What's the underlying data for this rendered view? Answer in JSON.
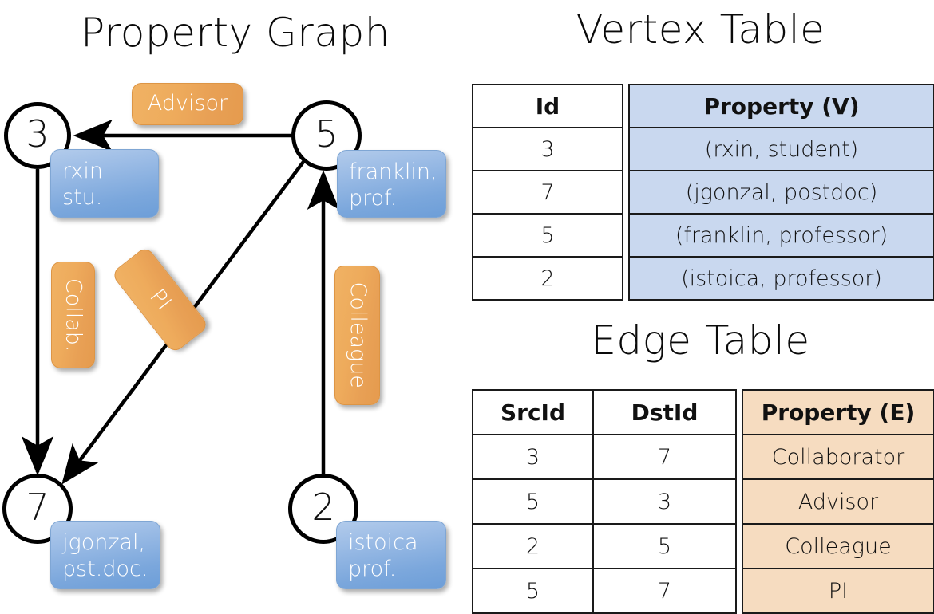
{
  "titles": {
    "graph": "Property Graph",
    "vertex": "Vertex Table",
    "edge": "Edge Table"
  },
  "graph": {
    "nodes": [
      {
        "id": "3",
        "name": "rxin",
        "role": "stu."
      },
      {
        "id": "5",
        "name": "franklin,",
        "role": "prof."
      },
      {
        "id": "7",
        "name": "jgonzal,",
        "role": "pst.doc."
      },
      {
        "id": "2",
        "name": "istoica",
        "role": "prof."
      }
    ],
    "edge_labels": [
      {
        "key": "advisor",
        "text": "Advisor"
      },
      {
        "key": "collab",
        "text": "Collab."
      },
      {
        "key": "pi",
        "text": "PI"
      },
      {
        "key": "colleague",
        "text": "Colleague"
      }
    ],
    "edges": [
      {
        "from": "5",
        "to": "3",
        "label": "Advisor"
      },
      {
        "from": "3",
        "to": "7",
        "label": "Collab."
      },
      {
        "from": "5",
        "to": "7",
        "label": "PI"
      },
      {
        "from": "2",
        "to": "5",
        "label": "Colleague"
      }
    ]
  },
  "vertex_table": {
    "headers": [
      "Id",
      "Property (V)"
    ],
    "rows": [
      {
        "id": "3",
        "property": "(rxin, student)"
      },
      {
        "id": "7",
        "property": "(jgonzal, postdoc)"
      },
      {
        "id": "5",
        "property": "(franklin, professor)"
      },
      {
        "id": "2",
        "property": "(istoica, professor)"
      }
    ]
  },
  "edge_table": {
    "headers": [
      "SrcId",
      "DstId",
      "Property (E)"
    ],
    "rows": [
      {
        "src": "3",
        "dst": "7",
        "property": "Collaborator"
      },
      {
        "src": "5",
        "dst": "3",
        "property": "Advisor"
      },
      {
        "src": "2",
        "dst": "5",
        "property": "Colleague"
      },
      {
        "src": "5",
        "dst": "7",
        "property": "PI"
      }
    ]
  },
  "colors": {
    "vertex_shade": "#c9d8ef",
    "edge_shade": "#f6dcc0",
    "node_blue": "#7ba7dc",
    "label_orange": "#eeab5c",
    "stroke": "#000000"
  }
}
